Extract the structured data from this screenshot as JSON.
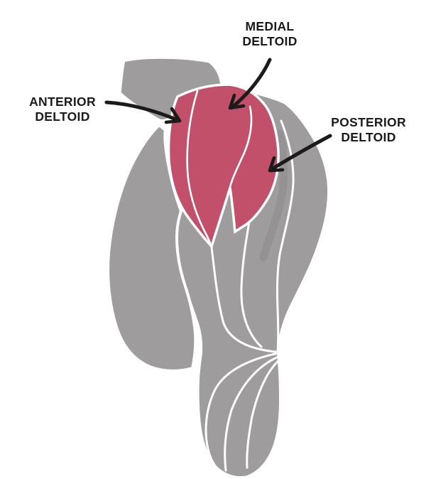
{
  "figure": {
    "type": "anatomy-diagram",
    "subject": "deltoid muscle heads of the shoulder (lateral view of upper arm)",
    "background_color": "#ffffff",
    "colors": {
      "highlight": "#c2506a",
      "body": "#9e9c9c",
      "separator": "#ffffff",
      "annotation": "#1b1b1b"
    },
    "highlighted_regions": [
      "anterior deltoid",
      "medial deltoid",
      "posterior deltoid"
    ],
    "labels": {
      "medial": {
        "line1": "MEDIAL",
        "line2": "DELTOID"
      },
      "anterior": {
        "line1": "ANTERIOR",
        "line2": "DELTOID"
      },
      "posterior": {
        "line1": "POSTERIOR",
        "line2": "DELTOID"
      }
    }
  }
}
